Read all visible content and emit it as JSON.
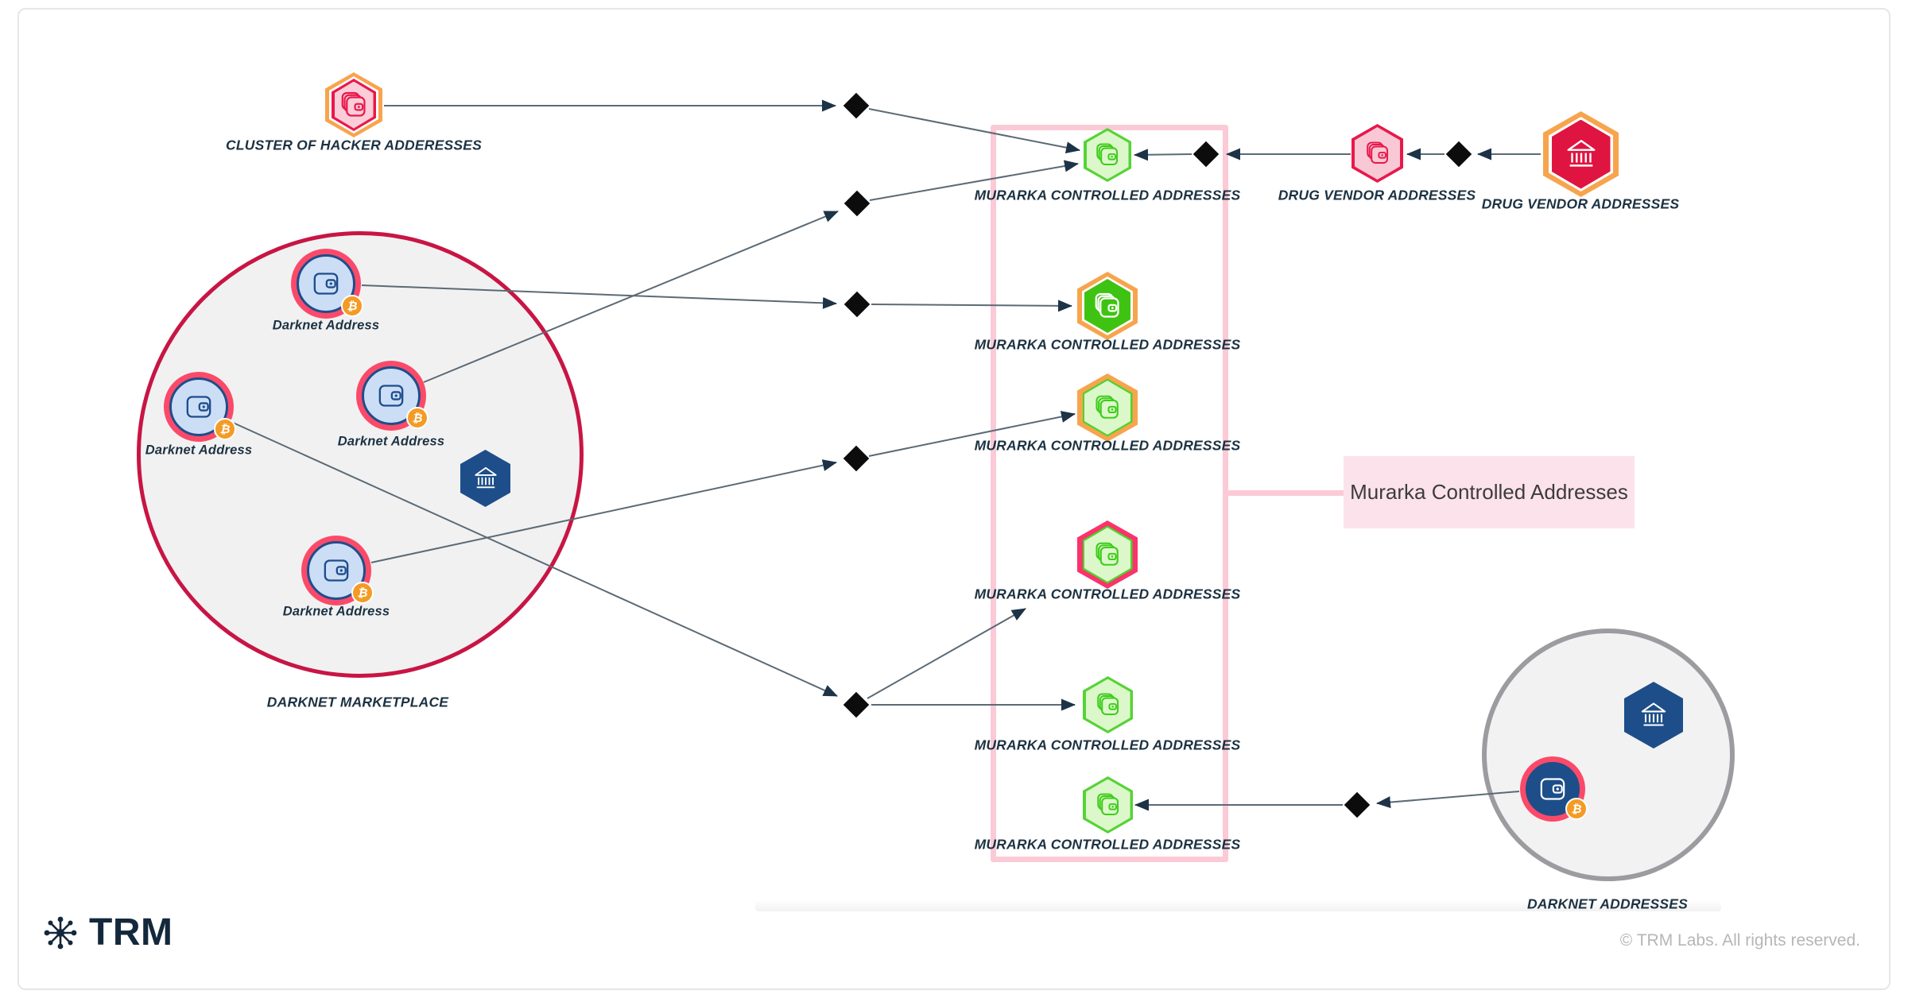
{
  "brand": {
    "name": "TRM"
  },
  "footer": {
    "copyright": "© TRM Labs. All rights reserved."
  },
  "callout": {
    "text": "Murarka Controlled Addresses"
  },
  "labels": {
    "hacker_cluster": "CLUSTER OF HACKER ADDERESSES",
    "darknet_address": "Darknet Address",
    "darknet_marketplace": "DARKNET MARKETPLACE",
    "murarka_controlled": "MURARKA CONTROLLED ADDRESSES",
    "drug_vendor": "DRUG VENDOR ADDRESSES",
    "darknet_addresses": "DARKNET ADDRESSES"
  },
  "colors": {
    "crimson": "#c81544",
    "rose_ring": "#fb4a69",
    "pink_fill": "#f9c8d5",
    "pink_border": "#fbcad6",
    "pink_callout": "#fce2eb",
    "orange": "#f7a44e",
    "bitcoin_orange": "#f49b25",
    "green_bright": "#56d336",
    "green_solid": "#3fc312",
    "green_light": "#dcf8cb",
    "navy": "#1d4e89",
    "wallet_blue": "#cbdef6",
    "text_navy": "#1c3242",
    "wire": "#5b6a75",
    "diamond_black": "#0c0c0c",
    "gray_circle": "#9c9ca0",
    "cluster_fill": "#f1f1f2"
  },
  "icons": [
    "stacked-wallet-icon",
    "wallet-icon",
    "bank-icon",
    "bitcoin-badge-icon",
    "transaction-diamond-icon",
    "trm-network-icon"
  ],
  "diagram": {
    "groups": [
      {
        "name": "DARKNET MARKETPLACE",
        "shape": "circle",
        "border": "#c81544",
        "members": [
          "Darknet Address",
          "Darknet Address",
          "Darknet Address",
          "Darknet Address",
          "bank-hexagon"
        ]
      },
      {
        "name": "Murarka Controlled Addresses",
        "shape": "pink-rectangle",
        "members": [
          "MURARKA CONTROLLED ADDRESSES ×6"
        ]
      },
      {
        "name": "DARKNET ADDRESSES",
        "shape": "circle",
        "border": "#9c9ca0",
        "members": [
          "wallet-address",
          "bank-hexagon"
        ]
      }
    ],
    "edges": [
      "CLUSTER OF HACKER ADDERESSES → tx-diamond → MURARKA CONTROLLED ADDRESSES #1",
      "Darknet Address (middle) → tx-diamond → MURARKA CONTROLLED ADDRESSES #1",
      "Darknet Address (top) → tx-diamond → MURARKA CONTROLLED ADDRESSES #2",
      "Darknet Address (bottom) → tx-diamond → MURARKA CONTROLLED ADDRESSES #3",
      "Darknet Address (left) → tx-diamond → MURARKA CONTROLLED ADDRESSES #5 (branch toward #4)",
      "DRUG VENDOR ADDRESSES (bank) → tx-diamond → DRUG VENDOR ADDRESSES → tx-diamond → MURARKA CONTROLLED ADDRESSES #1",
      "DARKNET ADDRESSES wallet → tx-diamond → MURARKA CONTROLLED ADDRESSES #6"
    ]
  }
}
